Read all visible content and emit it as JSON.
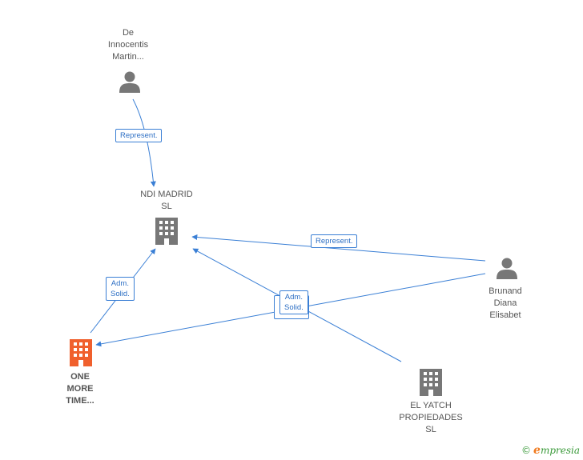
{
  "colors": {
    "edge": "#3a7fd5",
    "person_icon": "#777777",
    "building_icon": "#777777",
    "building_highlight": "#f0602d"
  },
  "nodes": {
    "de_innocentis": {
      "label": "De\nInnocentis\nMartin...",
      "icon": "person-icon"
    },
    "ndi_madrid": {
      "label": "NDI MADRID\nSL",
      "icon": "building-icon"
    },
    "brunand": {
      "label": "Brunand\nDiana\nElisabet",
      "icon": "person-icon"
    },
    "one_more_time": {
      "label": "ONE\nMORE\nTIME...",
      "icon": "building-icon"
    },
    "el_yatch": {
      "label": "EL YATCH\nPROPIEDADES\nSL",
      "icon": "building-icon"
    }
  },
  "edges": {
    "represent_1": {
      "label": "Represent."
    },
    "represent_2": {
      "label": "Represent."
    },
    "adm_solid_1": {
      "label": "Adm.\nSolid."
    },
    "adm_solid_2": {
      "label": "Adm.\nSolid."
    }
  },
  "brand": {
    "copyright": "©",
    "first_letter": "e",
    "rest": "mpresia"
  }
}
